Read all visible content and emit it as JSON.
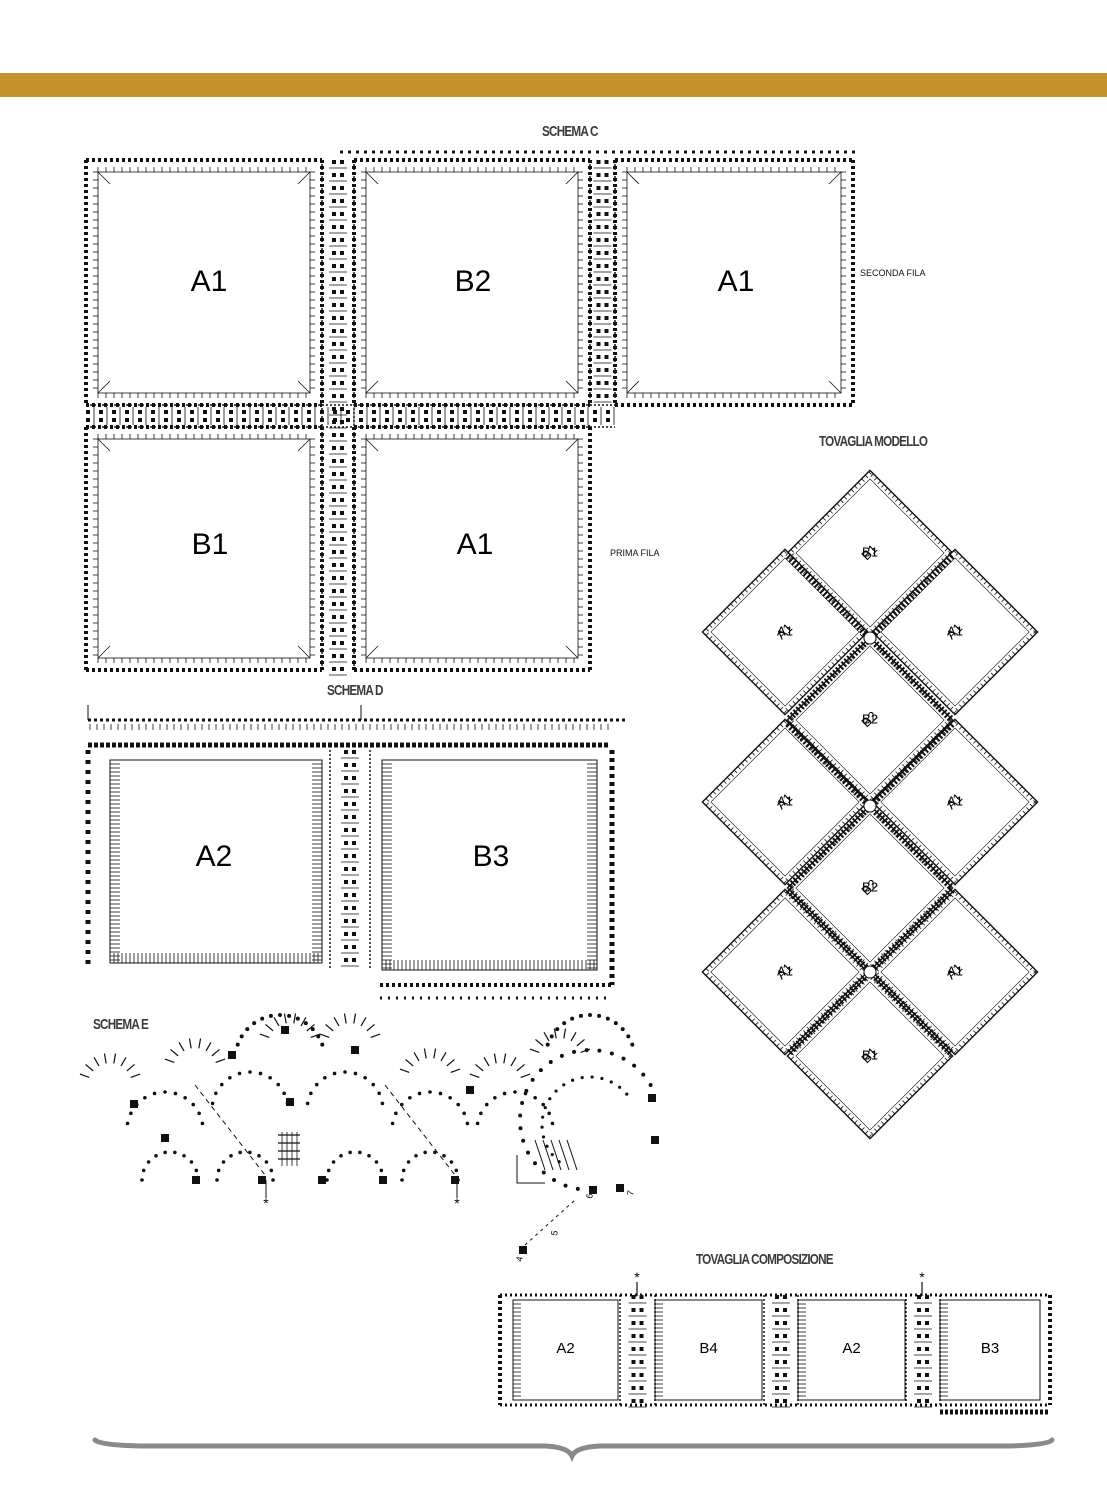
{
  "colors": {
    "band": "#c4922b",
    "ink": "#111111",
    "caption": "#3a3a3a",
    "brace": "#8a8a8a"
  },
  "schema_c": {
    "title": "SCHEMA C",
    "row_two_note": "SECONDA FILA",
    "row_one_note": "PRIMA FILA",
    "squares": [
      "A1",
      "B2",
      "A1",
      "B1",
      "A1"
    ]
  },
  "schema_d": {
    "title": "SCHEMA D",
    "squares": [
      "A2",
      "B3"
    ]
  },
  "schema_e": {
    "title": "SCHEMA E",
    "row_numbers": [
      "4",
      "5",
      "6",
      "7"
    ],
    "repeat_mark": "*"
  },
  "tovaglia_modello": {
    "title": "TOVAGLIA MODELLO",
    "squares": [
      "B1",
      "A1",
      "A1",
      "B2",
      "A1",
      "A1",
      "B2",
      "A1",
      "A1",
      "B1"
    ]
  },
  "tovaglia_composizione": {
    "title": "TOVAGLIA COMPOSIZIONE",
    "squares": [
      "A2",
      "B4",
      "A2",
      "B3"
    ],
    "repeat_mark": "*"
  }
}
